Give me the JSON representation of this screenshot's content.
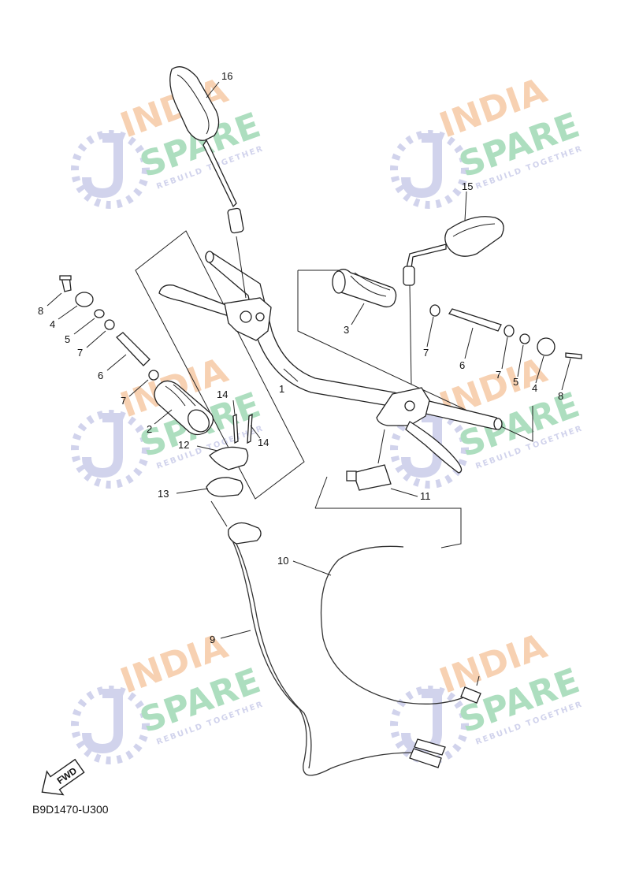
{
  "diagram_code": "B9D1470-U300",
  "fwd_label": "FWD",
  "watermark": {
    "line1": "INDIA",
    "line2": "SPARE",
    "tagline": "REBUILD TOGETHER",
    "color_line1": "#f6c9a4",
    "color_line2": "#9fd8b4",
    "color_icon": "#c9cbe9"
  },
  "callouts": [
    "1",
    "2",
    "3",
    "4",
    "5",
    "6",
    "7",
    "8",
    "9",
    "10",
    "11",
    "12",
    "13",
    "14",
    "15",
    "16"
  ],
  "labels": {
    "l1": "1",
    "l2": "2",
    "l3": "3",
    "l4a": "4",
    "l4b": "4",
    "l5a": "5",
    "l5b": "5",
    "l6a": "6",
    "l6b": "6",
    "l7a": "7",
    "l7b": "7",
    "l7c": "7",
    "l7d": "7",
    "l8a": "8",
    "l8b": "8",
    "l9": "9",
    "l10": "10",
    "l11": "11",
    "l12": "12",
    "l13": "13",
    "l14a": "14",
    "l14b": "14",
    "l15": "15",
    "l16": "16"
  }
}
